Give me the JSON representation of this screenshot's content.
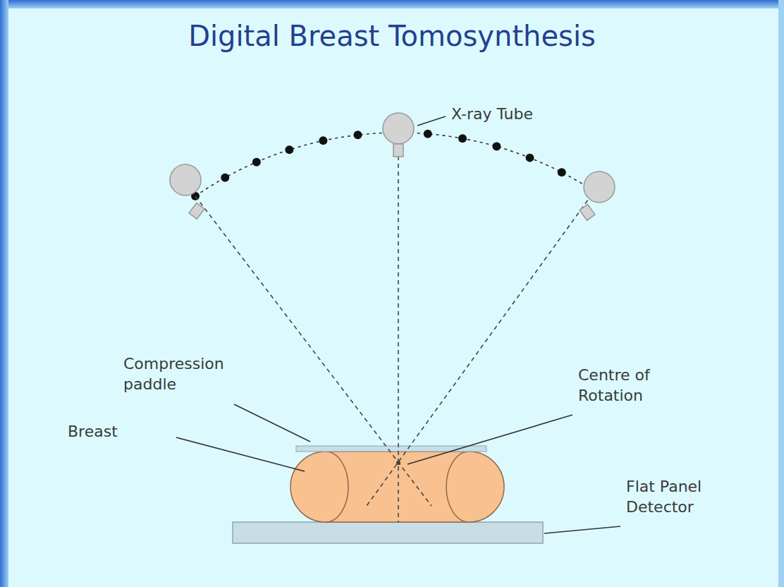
{
  "diagram": {
    "title": "Digital Breast Tomosynthesis",
    "labels": [
      "X-ray Tube",
      "Compression paddle",
      "Breast",
      "Centre of Rotation",
      "Flat Panel Detector"
    ]
  }
}
